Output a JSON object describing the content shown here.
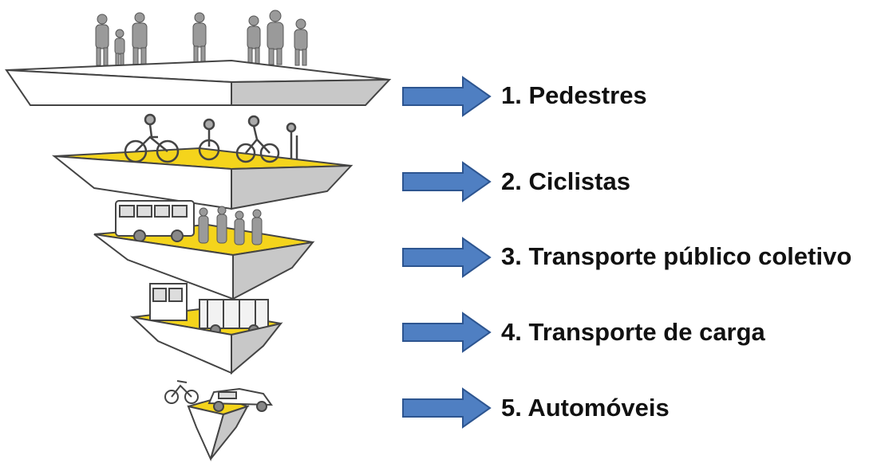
{
  "colors": {
    "accent_yellow": "#f4d41c",
    "arrow_fill": "#4f7fc2",
    "arrow_stroke": "#2d5590",
    "face_light": "#ffffff",
    "face_shade": "#c8c8c8",
    "outline": "#444444",
    "figure": "#8a8a8a"
  },
  "levels": [
    {
      "label": "1. Pedestres",
      "top_fill": "white",
      "figures": "pedestrians-icon"
    },
    {
      "label": "2. Ciclistas",
      "top_fill": "yellow",
      "figures": "cyclists-icon"
    },
    {
      "label": "3. Transporte público coletivo",
      "top_fill": "yellow",
      "figures": "bus-icon"
    },
    {
      "label": "4. Transporte de carga",
      "top_fill": "yellow",
      "figures": "freight-truck-icon"
    },
    {
      "label": "5. Automóveis",
      "top_fill": "yellow",
      "figures": "car-motorcycle-icon"
    }
  ]
}
